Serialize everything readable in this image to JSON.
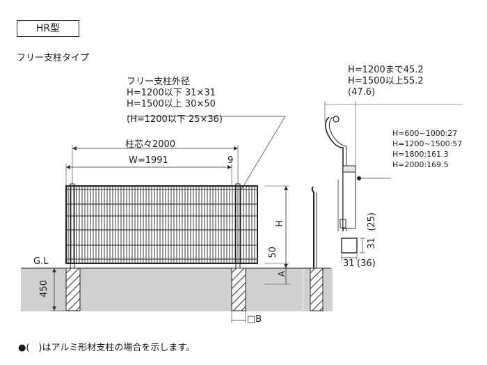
{
  "title_box": "HR型",
  "subtitle": "フリー支柱タイプ",
  "post_spec": {
    "line1": "フリー支柱外径",
    "line2": "H=1200以下 31×31",
    "line3": "H=1500以上 30×50",
    "line4": "(H=1200以下 25×36)"
  },
  "dims": {
    "pitch": "柱芯々2000",
    "width": "W=1991",
    "gap": "9",
    "height": "H",
    "clearance": "50",
    "a": "A",
    "embed": "450",
    "gl": "G.L",
    "base": "□B"
  },
  "side": {
    "top1": "H=1200まで45.2",
    "top2": "H=1500以上55.2",
    "top3": "(47.6)",
    "r1": "H=600~1000:27",
    "r2": "H=1200~1500:57",
    "r3": "H=1800:161.3",
    "r4": "H=2000:169.5",
    "post_w": "31",
    "post_w_alt": "(36)",
    "post_h": "31",
    "post_h_alt": "(25)"
  },
  "footnote": "●(　)はアルミ形材支柱の場合を示します。"
}
